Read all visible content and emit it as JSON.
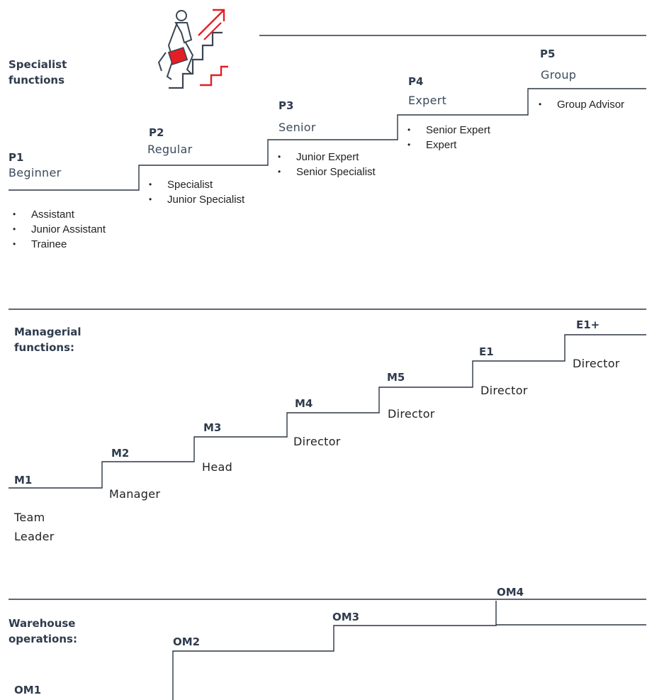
{
  "specialist": {
    "title": "Specialist functions",
    "levels": [
      {
        "code": "P1",
        "name": "Beginner",
        "roles": [
          "Assistant",
          "Junior Assistant",
          "Trainee"
        ]
      },
      {
        "code": "P2",
        "name": "Regular",
        "roles": [
          "Specialist",
          "Junior Specialist"
        ]
      },
      {
        "code": "P3",
        "name": "Senior",
        "roles": [
          "Junior Expert",
          "Senior Specialist"
        ]
      },
      {
        "code": "P4",
        "name": "Expert",
        "roles": [
          "Senior Expert",
          "Expert"
        ]
      },
      {
        "code": "P5",
        "name": "Group",
        "roles": [
          "Group Advisor"
        ]
      }
    ]
  },
  "managerial": {
    "title": "Managerial functions:",
    "levels": [
      {
        "code": "M1",
        "name": "Team Leader"
      },
      {
        "code": "M2",
        "name": "Manager"
      },
      {
        "code": "M3",
        "name": "Head"
      },
      {
        "code": "M4",
        "name": "Director"
      },
      {
        "code": "M5",
        "name": "Director"
      },
      {
        "code": "E1",
        "name": "Director"
      },
      {
        "code": "E1+",
        "name": "Director"
      }
    ]
  },
  "warehouse": {
    "title": "Warehouse operations:",
    "levels": [
      {
        "code": "OM1"
      },
      {
        "code": "OM2"
      },
      {
        "code": "OM3"
      },
      {
        "code": "OM4"
      }
    ]
  },
  "colors": {
    "line": "#2b3544",
    "accent": "#e31e24",
    "text": "#2f3b4d"
  },
  "icons": {
    "hero": "person-climbing-stairs-icon"
  }
}
